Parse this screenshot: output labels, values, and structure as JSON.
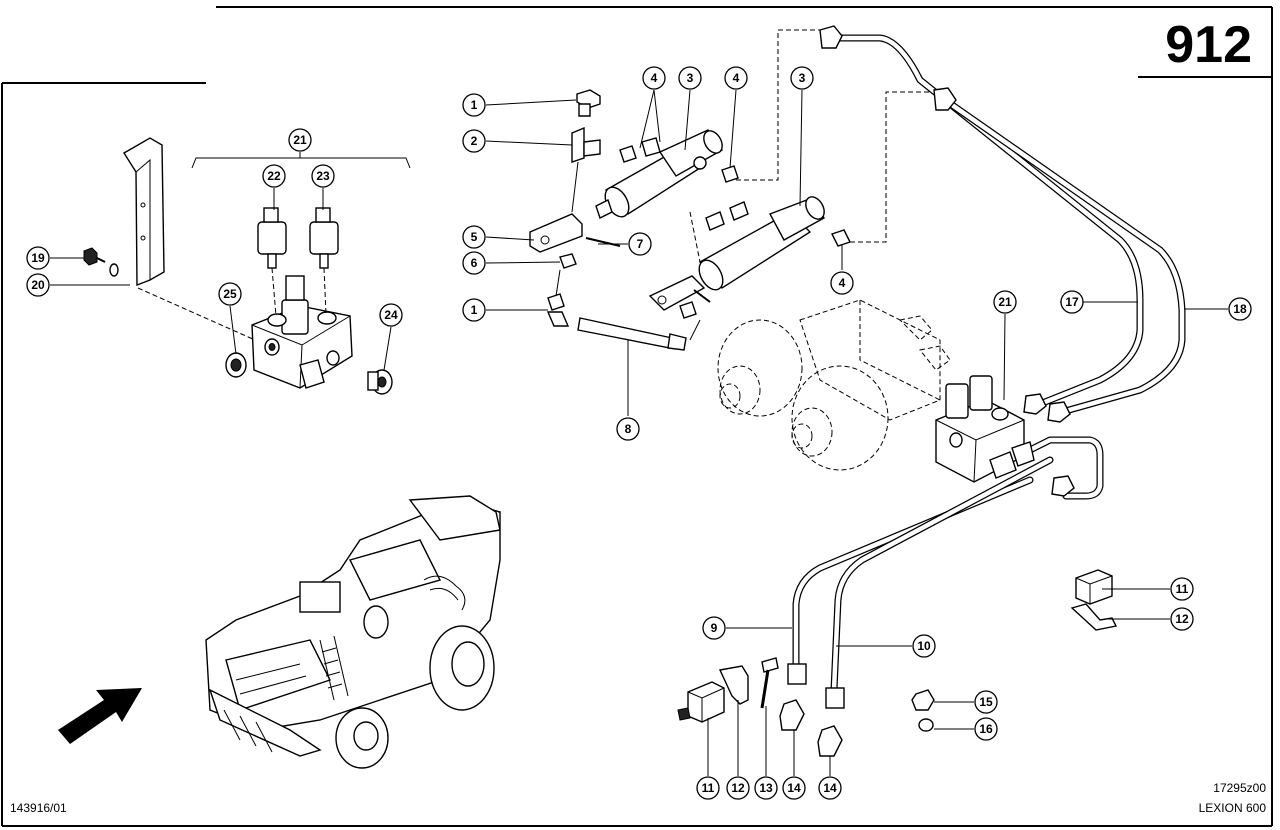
{
  "page_number": "912",
  "drawing_number": "17295z00",
  "model": "LEXION 600",
  "document_number": "143916/01",
  "callouts": [
    {
      "id": "c1a",
      "label": "1"
    },
    {
      "id": "c2",
      "label": "2"
    },
    {
      "id": "c4a",
      "label": "4"
    },
    {
      "id": "c3a",
      "label": "3"
    },
    {
      "id": "c4b",
      "label": "4"
    },
    {
      "id": "c3b",
      "label": "3"
    },
    {
      "id": "c5",
      "label": "5"
    },
    {
      "id": "c7",
      "label": "7"
    },
    {
      "id": "c6",
      "label": "6"
    },
    {
      "id": "c1b",
      "label": "1"
    },
    {
      "id": "c8",
      "label": "8"
    },
    {
      "id": "c4c",
      "label": "4"
    },
    {
      "id": "c21a",
      "label": "21"
    },
    {
      "id": "c22",
      "label": "22"
    },
    {
      "id": "c23",
      "label": "23"
    },
    {
      "id": "c19",
      "label": "19"
    },
    {
      "id": "c20",
      "label": "20"
    },
    {
      "id": "c25",
      "label": "25"
    },
    {
      "id": "c24",
      "label": "24"
    },
    {
      "id": "c21b",
      "label": "21"
    },
    {
      "id": "c17",
      "label": "17"
    },
    {
      "id": "c18",
      "label": "18"
    },
    {
      "id": "c11a",
      "label": "11"
    },
    {
      "id": "c12a",
      "label": "12"
    },
    {
      "id": "c9",
      "label": "9"
    },
    {
      "id": "c10",
      "label": "10"
    },
    {
      "id": "c15",
      "label": "15"
    },
    {
      "id": "c16",
      "label": "16"
    },
    {
      "id": "c11b",
      "label": "11"
    },
    {
      "id": "c12b",
      "label": "12"
    },
    {
      "id": "c13",
      "label": "13"
    },
    {
      "id": "c14a",
      "label": "14"
    },
    {
      "id": "c14b",
      "label": "14"
    }
  ]
}
